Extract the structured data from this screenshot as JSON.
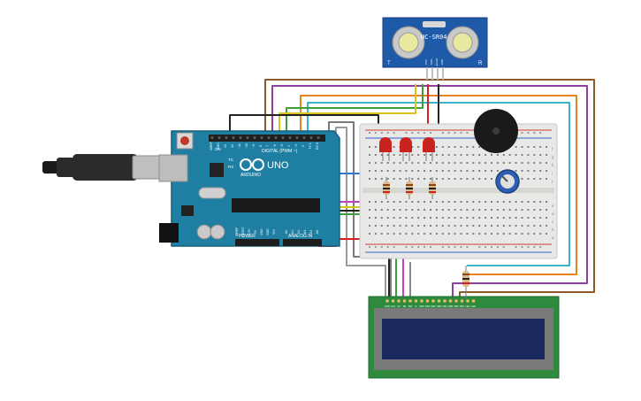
{
  "sensor": {
    "model": "HC-SR04",
    "left_mark": "T",
    "right_mark": "R",
    "pins": [
      "VCC",
      "TRIG",
      "ECHO",
      "GND"
    ]
  },
  "arduino": {
    "brand": "ARDUINO",
    "model": "UNO",
    "header_digital": "DIGITAL (PWM ~)",
    "header_power": "POWER",
    "header_analog": "ANALOG IN",
    "on_label": "ON",
    "tx_label": "TX",
    "rx_label": "RX",
    "digital_pins": [
      "AREF",
      "GND",
      "13",
      "12",
      "~11",
      "~10",
      "~9",
      "8",
      "7",
      "~6",
      "~5",
      "4",
      "~3",
      "2",
      "TX 1",
      "RX 0"
    ],
    "power_pins": [
      "IOREF",
      "RESET",
      "3.3V",
      "5V",
      "GND",
      "GND",
      "VIN"
    ],
    "analog_pins": [
      "A0",
      "A1",
      "A2",
      "A3",
      "A4",
      "A5"
    ]
  },
  "breadboard": {
    "row_letters_top": [
      "a",
      "b",
      "c",
      "d",
      "e"
    ],
    "row_letters_bottom": [
      "f",
      "g",
      "h",
      "i",
      "j"
    ]
  },
  "lcd": {
    "pins": [
      "GND",
      "VCC",
      "V0",
      "RS",
      "RW",
      "E",
      "DB0",
      "DB1",
      "DB2",
      "DB3",
      "DB4",
      "DB5",
      "DB6",
      "DB7",
      "LED",
      "LED"
    ]
  },
  "colors": {
    "arduino_board": "#1f7fa3",
    "sensor_board": "#1f5aa8",
    "breadboard": "#e8e8e6",
    "lcd_board": "#2e8b3e",
    "lcd_screen": "#1a2a5e",
    "led_red": "#c8231d",
    "buzzer": "#1a1a1a",
    "pot": "#2f5fb0"
  }
}
